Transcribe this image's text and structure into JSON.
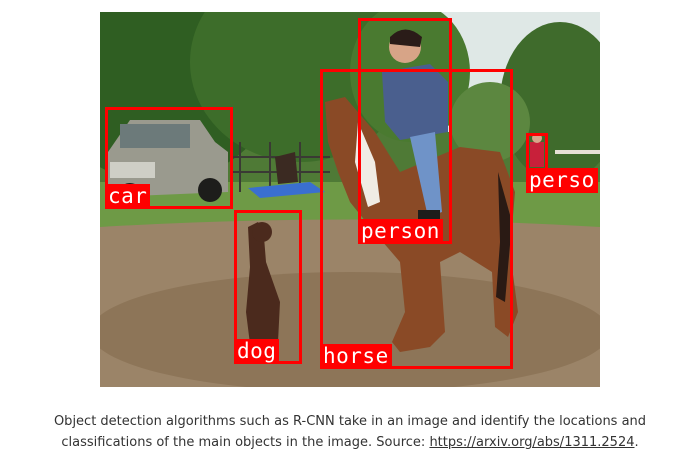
{
  "detections": [
    {
      "label": "car"
    },
    {
      "label": "dog"
    },
    {
      "label": "person"
    },
    {
      "label": "horse"
    },
    {
      "label": "perso"
    }
  ],
  "caption": {
    "text": "Object detection algorithms such as R-CNN take in an image and identify the locations and classifications of the main objects in the image. Source: ",
    "link_text": "https://arxiv.org/abs/1311.2524",
    "suffix": "."
  },
  "colors": {
    "box": "#ff0000",
    "label_text": "#ffffff"
  }
}
